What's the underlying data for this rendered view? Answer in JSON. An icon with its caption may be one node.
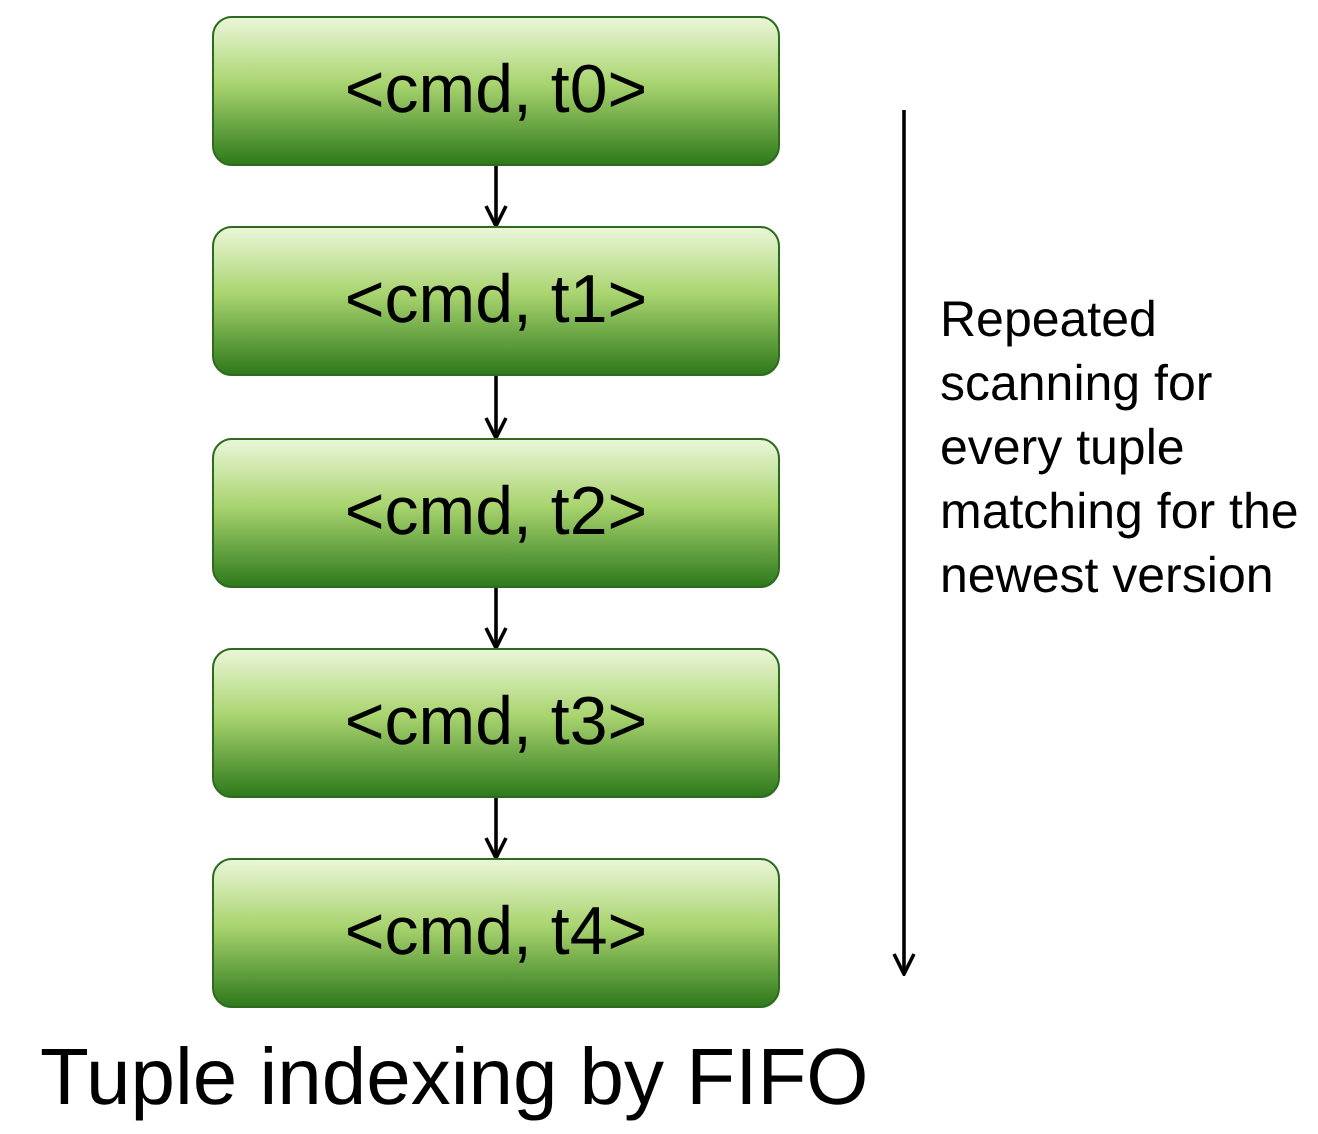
{
  "diagram": {
    "title": "Tuple indexing by FIFO",
    "nodes": [
      {
        "text": [
          "<cmd, t0>"
        ]
      },
      {
        "text": [
          "<cmd, t1>"
        ]
      },
      {
        "text": [
          "<cmd, t2>"
        ]
      },
      {
        "text": [
          "<cmd, t3>"
        ]
      },
      {
        "text": [
          "<cmd, t4>"
        ]
      }
    ],
    "edges": [
      {
        "from": 0,
        "to": 1,
        "arrow": "to"
      },
      {
        "from": 1,
        "to": 2,
        "arrow": "to"
      },
      {
        "from": 2,
        "to": 3,
        "arrow": "to"
      },
      {
        "from": 3,
        "to": 4,
        "arrow": "to"
      }
    ],
    "labels": [
      "Repeated scanning for every tuple matching for the newest version"
    ]
  }
}
